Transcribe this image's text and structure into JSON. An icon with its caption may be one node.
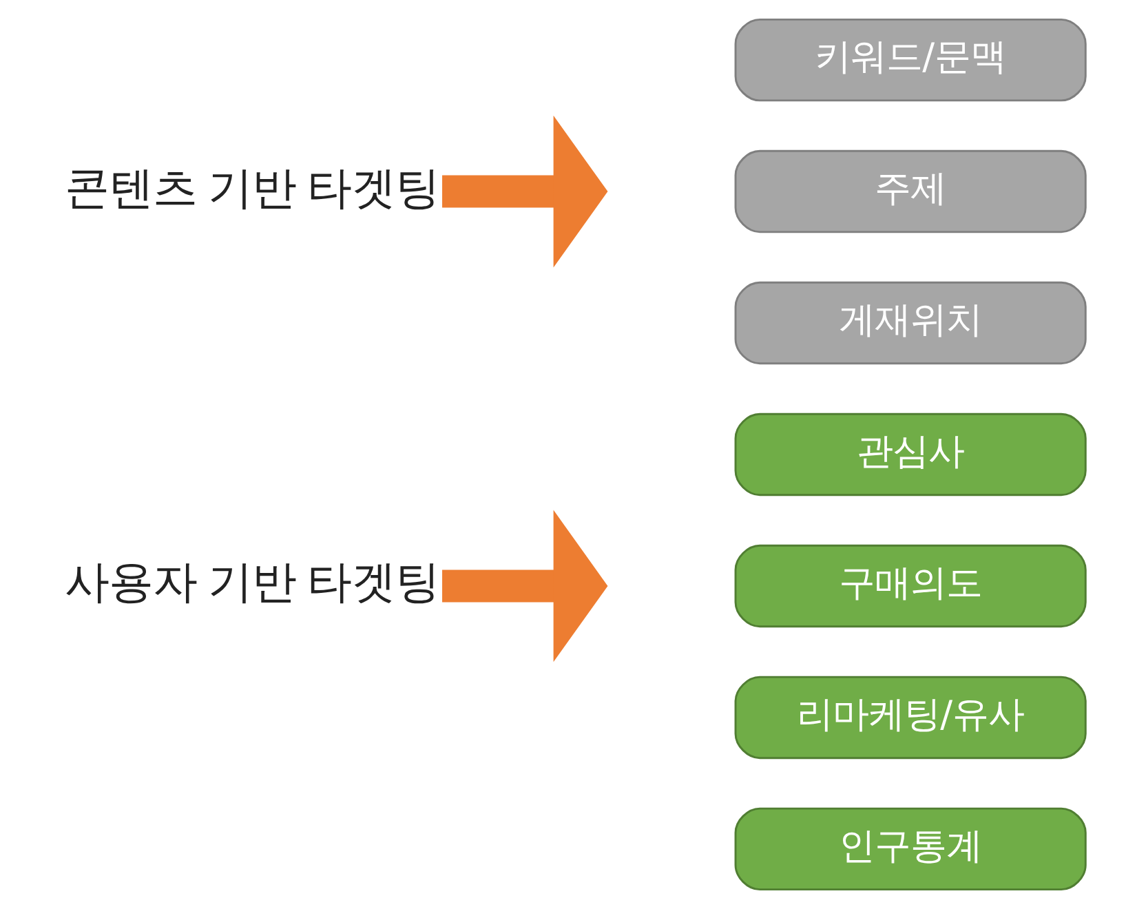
{
  "diagram": {
    "nodes": [
      {
        "text": [
          "콘텐츠 기반 타겟팅"
        ]
      },
      {
        "text": [
          "키워드/문맥"
        ]
      },
      {
        "text": [
          "주제"
        ]
      },
      {
        "text": [
          "게재위치"
        ]
      },
      {
        "text": [
          "사용자 기반 타겟팅"
        ]
      },
      {
        "text": [
          "관심사"
        ]
      },
      {
        "text": [
          "구매의도"
        ]
      },
      {
        "text": [
          "리마케팅/유사"
        ]
      },
      {
        "text": [
          "인구통계"
        ]
      }
    ],
    "edges": [
      {
        "from": 0,
        "to": null,
        "arrow": "to"
      },
      {
        "from": 4,
        "to": null,
        "arrow": "to"
      }
    ]
  }
}
